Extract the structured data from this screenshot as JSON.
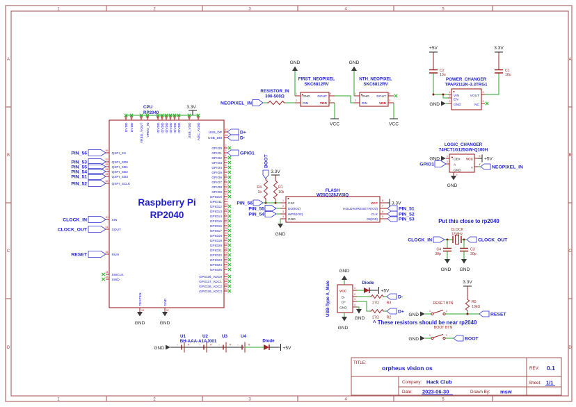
{
  "frame": {
    "columns": [
      "1",
      "2",
      "3",
      "4",
      "5"
    ],
    "rows": [
      "A",
      "B",
      "C",
      "D"
    ]
  },
  "nets": {
    "gnd": "GND",
    "vcc": "VCC",
    "p5": "+5V",
    "p3": "3.3V"
  },
  "cpu": {
    "ref": "CPU",
    "value": "RP2040",
    "body1": "Raspberry Pi",
    "body2": "RP2040",
    "top_pins": [
      {
        "num": "50",
        "name": "DVDD"
      },
      {
        "num": "23",
        "name": "DVDD"
      },
      {
        "num": "45",
        "name": "VREG_VOUT"
      },
      {
        "num": "44",
        "name": "VREG_IN"
      },
      {
        "num": "49",
        "name": "IOVDD"
      },
      {
        "num": "42",
        "name": "IOVDD"
      },
      {
        "num": "33",
        "name": "IOVDD"
      },
      {
        "num": "22",
        "name": "IOVDD"
      },
      {
        "num": "10",
        "name": "IOVDD"
      },
      {
        "num": "1",
        "name": "IOVDD"
      },
      {
        "num": "48",
        "name": "USB_VDD"
      },
      {
        "num": "43",
        "name": "ADC_AVDD"
      }
    ],
    "left_pins": [
      {
        "label": "PIN_56",
        "num": "56",
        "name": "QSPI_SS"
      },
      {
        "label": "PIN_53",
        "num": "53",
        "name": "QSPI_SD0"
      },
      {
        "label": "PIN_55",
        "num": "55",
        "name": "QSPI_SD1"
      },
      {
        "label": "PIN_54",
        "num": "54",
        "name": "QSPI_SD2"
      },
      {
        "label": "PIN_51",
        "num": "51",
        "name": "QSPI_SD3"
      },
      {
        "label": "PIN_52",
        "num": "52",
        "name": "QSPI_SCLK"
      },
      {
        "label": "CLOCK_IN",
        "num": "20",
        "name": "XIN"
      },
      {
        "label": "CLOCK_OUT",
        "num": "21",
        "name": "XOUT"
      },
      {
        "label": "RESET",
        "num": "26",
        "name": "RUN"
      }
    ],
    "swd_pins": [
      {
        "num": "24",
        "name": "SWCLK"
      },
      {
        "num": "25",
        "name": "SWD"
      }
    ],
    "bottom_pins": [
      {
        "num": "19",
        "name": "TESTEN"
      },
      {
        "num": "57",
        "name": "GND"
      }
    ],
    "right_pins": [
      {
        "num": "47",
        "name": "USB_DP",
        "label": "D+"
      },
      {
        "num": "46",
        "name": "USB_DM",
        "label": "D-"
      },
      {
        "num": "2",
        "name": "GPIO0"
      },
      {
        "num": "3",
        "name": "GPIO1",
        "label": "GPIO1"
      },
      {
        "num": "4",
        "name": "GPIO2"
      },
      {
        "num": "5",
        "name": "GPIO3"
      },
      {
        "num": "6",
        "name": "GPIO4"
      },
      {
        "num": "7",
        "name": "GPIO5"
      },
      {
        "num": "8",
        "name": "GPIO6"
      },
      {
        "num": "9",
        "name": "GPIO7"
      },
      {
        "num": "11",
        "name": "GPIO8"
      },
      {
        "num": "12",
        "name": "GPIO9"
      },
      {
        "num": "13",
        "name": "GPIO10"
      },
      {
        "num": "14",
        "name": "GPIO11",
        "label": "PIN_56"
      },
      {
        "num": "15",
        "name": "GPIO12"
      },
      {
        "num": "16",
        "name": "GPIO13"
      },
      {
        "num": "17",
        "name": "GPIO14"
      },
      {
        "num": "18",
        "name": "GPIO15"
      },
      {
        "num": "27",
        "name": "GPIO16"
      },
      {
        "num": "28",
        "name": "GPIO17"
      },
      {
        "num": "29",
        "name": "GPIO18"
      },
      {
        "num": "30",
        "name": "GPIO19"
      },
      {
        "num": "31",
        "name": "GPIO20"
      },
      {
        "num": "32",
        "name": "GPIO21"
      },
      {
        "num": "34",
        "name": "GPIO22"
      },
      {
        "num": "35",
        "name": "GPIO23"
      },
      {
        "num": "36",
        "name": "GPIO24"
      },
      {
        "num": "37",
        "name": "GPIO25"
      },
      {
        "num": "38",
        "name": "GPIO26_ADC0"
      },
      {
        "num": "39",
        "name": "GPIO27_ADC1"
      },
      {
        "num": "40",
        "name": "GPIO28_ADC2"
      },
      {
        "num": "41",
        "name": "GPIO29_ADC3"
      }
    ]
  },
  "neopixel": {
    "in_label": "NEOPIXEL_IN",
    "res_ref": "RESISTOR_IN",
    "res_val": "300-500Ω",
    "first": {
      "ref": "FIRST_NEOPIXEL",
      "part": "SKC6812RV"
    },
    "nth": {
      "ref": "NTH_NEOPIXEL",
      "part": "SKC6812RV"
    },
    "pin_gnd": "GND",
    "pin_din": "DIN",
    "pin_dout": "DOUT",
    "pin_vdd": "VDD",
    "n1": "1",
    "n2": "2",
    "n3": "3",
    "n4": "4"
  },
  "power_changer": {
    "ref": "POWER_CHANGER",
    "part": "TPAP2112K-3.3TRG1",
    "vin": "VIN",
    "en": "EN",
    "gnd": "GND",
    "vout": "VOUT",
    "nc": "NC",
    "n1": "1",
    "n2": "2",
    "n3": "3",
    "n4": "4",
    "n5": "5",
    "c2_ref": "C2",
    "c2_val": "10u",
    "c1_ref": "C1",
    "c1_val": "10u"
  },
  "logic_changer": {
    "ref": "LOGIC_CHANGER",
    "part": "74HCT1G125GW-Q100H",
    "oe": "OE#",
    "a": "A",
    "gnd": "GND",
    "y": "Y",
    "vcc": "VCC",
    "n1": "1",
    "n2": "2",
    "n3": "3",
    "n4": "4",
    "n5": "5",
    "in_label": "GPIO1",
    "out_label": "NEOPIXEL_IN"
  },
  "flash": {
    "ref": "FLASH",
    "part": "W25Q128JVSIQ",
    "left_pins": [
      {
        "num": "1",
        "name": "CS#"
      },
      {
        "num": "2",
        "name": "DO(IO1)",
        "label": "PIN_55"
      },
      {
        "num": "3",
        "name": "WP#(IO2)",
        "label": "PIN_54"
      },
      {
        "num": "4",
        "name": "GND"
      }
    ],
    "right_pins": [
      {
        "num": "8",
        "name": "VCC"
      },
      {
        "num": "7",
        "name": "HOLD#orRESET#(IO3)",
        "label": "PIN_51"
      },
      {
        "num": "6",
        "name": "CLK",
        "label": "PIN_52"
      },
      {
        "num": "5",
        "name": "DI(IO0)",
        "label": "PIN_53"
      }
    ],
    "cs_label": "PIN_56",
    "boot_label": "BOOT",
    "r4_ref": "R4",
    "r4_val": "1k",
    "r1_ref": "R1",
    "r1_val": "10k"
  },
  "clock": {
    "note": "Put this close to rp2040",
    "ref": "CLOCK",
    "value": "12MHz",
    "in_label": "CLOCK_IN",
    "out_label": "CLOCK_OUT",
    "c4_ref": "C4",
    "c4_val": "30p",
    "c3_ref": "C3",
    "c3_val": "30p"
  },
  "usb": {
    "ref": "USB-Type A_Male",
    "p1": "VCC",
    "p2": "D-",
    "p3": "D+",
    "p4": "GND",
    "n1": "1",
    "n2": "2",
    "n3": "3",
    "n4": "4",
    "diode": "Diode",
    "r3_ref": "R3",
    "r3_val": "27Ω",
    "r2_ref": "R2",
    "r2_val": "27Ω",
    "dm_label": "D-",
    "dp_label": "D+",
    "note": "^ These resistors should be near rp2040"
  },
  "reset_boot": {
    "reset_btn": "RESET BTN",
    "boot_btn": "BOOT BTN",
    "r5_ref": "R5",
    "r5_val": "10kΩ",
    "reset_label": "RESET",
    "boot_label": "BOOT",
    "n1": "1",
    "n2": "2"
  },
  "battery": {
    "u1": "U1",
    "u1_part": "BH-AAA-A1AJ001",
    "u2": "U2",
    "u3": "U3",
    "u4": "U4",
    "diode": "Diode",
    "plus": "+",
    "minus": "-"
  },
  "title_block": {
    "title_label": "TITLE:",
    "title": "orpheus vision os",
    "rev_label": "REV:",
    "rev": "0.1",
    "company_label": "Company:",
    "company": "Hack Club",
    "sheet_label": "Sheet:",
    "sheet": "1/1",
    "date_label": "Date:",
    "date": "2023-06-30",
    "drawn_label": "Drawn By:",
    "drawn": "msw"
  }
}
